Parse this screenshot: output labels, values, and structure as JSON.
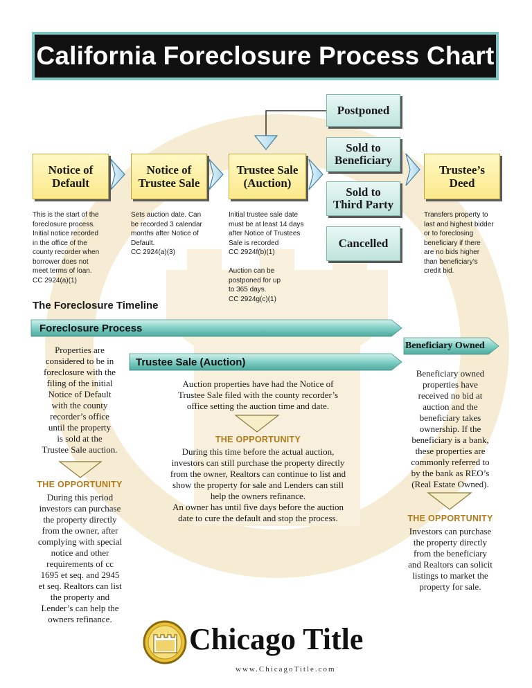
{
  "title": "California Foreclosure Process Chart",
  "steps": [
    {
      "label": "Notice of\nDefault",
      "desc": "This is the start of the\nforeclosure process.\nInitial notice recorded\nin the office of the\ncounty recorder when\nborrower does not\nmeet terms of loan.\nCC 2924(a)(1)"
    },
    {
      "label": "Notice of\nTrustee Sale",
      "desc": "Sets auction date.  Can\nbe recorded 3 calendar\nmonths after Notice of\nDefault.\nCC 2924(a)(3)"
    },
    {
      "label": "Trustee Sale\n(Auction)",
      "desc": "Initial trustee sale date\nmust be at least 14 days\nafter Notice of Trustees\nSale is recorded\nCC 2924f(b)(1)\n\nAuction can be\npostponed for up\nto 365 days.\nCC 2924g(c)(1)"
    },
    {
      "label": "Trustee’s\nDeed",
      "desc": "Transfers property to\nlast and highest bidder\nor to foreclosing\nbeneficiary if there\nare no bids higher\nthan beneficiary’s\ncredit bid."
    }
  ],
  "outcomes": {
    "postponed": "Postponed",
    "sold_beneficiary": "Sold to\nBeneficiary",
    "sold_third_party": "Sold to\nThird Party",
    "cancelled": "Cancelled"
  },
  "timeline": {
    "heading": "The Foreclosure Timeline",
    "bands": {
      "foreclosure_process": "Foreclosure Process",
      "trustee_sale": "Trustee Sale (Auction)",
      "beneficiary_owned": "Beneficiary Owned"
    },
    "col1": {
      "text": "Properties are\nconsidered to be in\nforeclosure with the\nfiling of the initial\nNotice of Default\nwith the county\nrecorder’s office\nuntil the property\nis sold at the\nTrustee Sale auction.",
      "opportunity_heading": "THE OPPORTUNITY",
      "opportunity_text": "During this period\ninvestors can purchase\nthe property directly\nfrom the owner, after\ncomplying with special\nnotice and other\nrequirements of cc\n1695 et seq. and 2945\net seq. Realtors can list\nthe property and\nLender’s can help the\nowners refinance."
    },
    "col2": {
      "text": "Auction properties have had the Notice of\nTrustee Sale filed with the county recorder’s\noffice setting the auction time and date.",
      "opportunity_heading": "THE OPPORTUNITY",
      "opportunity_text": "During this time before the actual auction,\ninvestors can still purchase the property directly\nfrom the owner, Realtors can continue to list and\nshow the property for sale and Lenders can still\nhelp the owners refinance.\nAn owner has until five days before the auction\ndate to cure the default and stop the process."
    },
    "col3": {
      "text": "Beneficiary owned\nproperties have\nreceived no bid at\nauction and the\nbeneficiary takes\nownership.  If the\nbeneficiary is a bank,\nthese properties are\ncommonly referred to\nby the bank as REO’s\n(Real Estate Owned).",
      "opportunity_heading": "THE OPPORTUNITY",
      "opportunity_text": "Investors can purchase\nthe property directly\nfrom the beneficiary\nand Realtors can solicit\nlistings to market the\nproperty for sale."
    }
  },
  "footer": {
    "brand": "Chicago Title",
    "website": "www.ChicagoTitle.com",
    "logo_icon": "castle-icon"
  },
  "colors": {
    "banner_bg": "#111111",
    "banner_border": "#7fc7c0",
    "step_fill": "#fbe98a",
    "outcome_fill": "#bfe4dc",
    "band_fill": "#7fcfc5",
    "opportunity_text": "#b07a18",
    "watermark": "#f5ead0"
  }
}
